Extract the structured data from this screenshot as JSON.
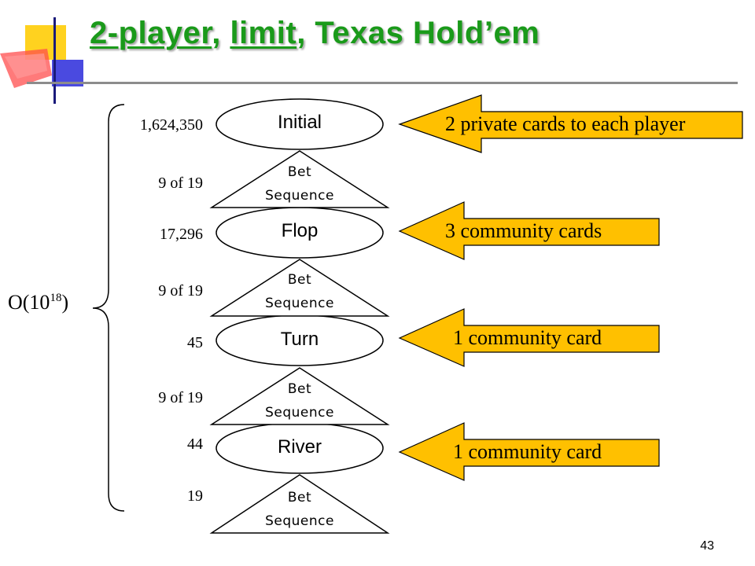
{
  "title": {
    "word1": "2-player",
    "sep1": ", ",
    "word2": "limit",
    "rest": ", Texas Hold’em"
  },
  "complexity": {
    "base": "O(10",
    "exponent": "18",
    "close": ")"
  },
  "stages": [
    {
      "name": "Initial",
      "count": "1,624,350",
      "bet_label_1": "Bet",
      "bet_label_2": "Sequence",
      "bet_count": "9 of 19"
    },
    {
      "name": "Flop",
      "count": "17,296",
      "bet_label_1": "Bet",
      "bet_label_2": "Sequence",
      "bet_count": "9 of 19"
    },
    {
      "name": "Turn",
      "count": "45",
      "bet_label_1": "Bet",
      "bet_label_2": "Sequence",
      "bet_count": "9 of 19"
    },
    {
      "name": "River",
      "count": "44",
      "bet_label_1": "Bet",
      "bet_label_2": "Sequence",
      "bet_count": "19"
    }
  ],
  "arrows": [
    {
      "text": "2 private cards to each player"
    },
    {
      "text": "3 community cards"
    },
    {
      "text": "1 community card"
    },
    {
      "text": "1 community card"
    }
  ],
  "page_number": "43",
  "colors": {
    "title": "#1a9a1a",
    "arrow_fill": "#ffc000",
    "accent_yellow": "#ffd21f",
    "accent_blue": "#3434c8",
    "accent_red": "#ff3b3b"
  }
}
